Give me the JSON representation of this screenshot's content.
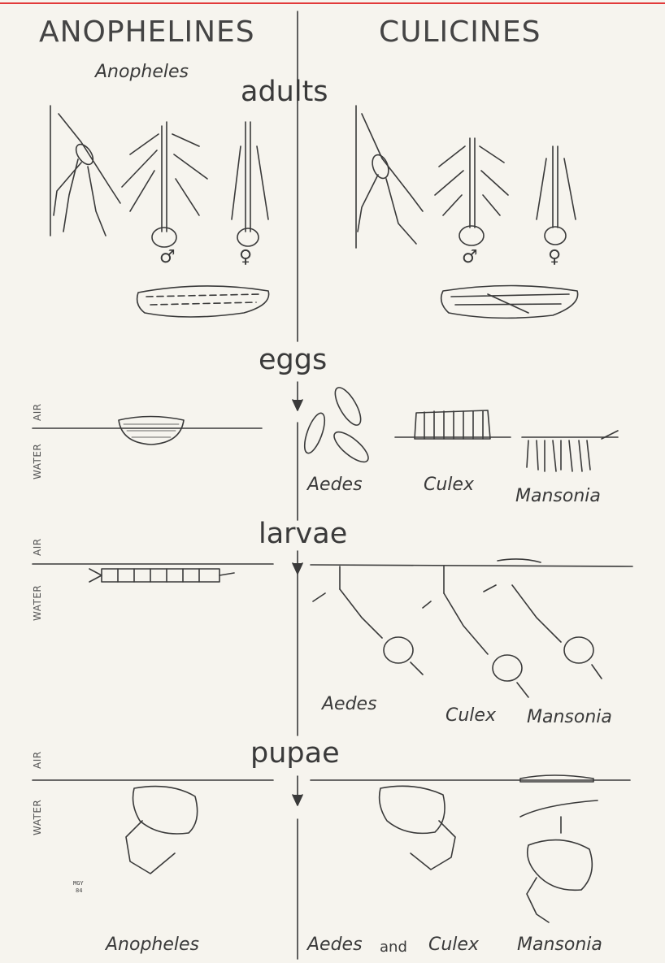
{
  "header": {
    "left": "ANOPHELINES",
    "right": "CULICINES"
  },
  "stages": {
    "adults": "adults",
    "eggs": "eggs",
    "larvae": "larvae",
    "pupae": "pupae"
  },
  "adults": {
    "genus_label": "Anopheles",
    "male_symbol": "♂",
    "female_symbol": "♀"
  },
  "eggs": {
    "air": "AIR",
    "water": "WATER",
    "genera": [
      "Aedes",
      "Culex",
      "Mansonia"
    ]
  },
  "larvae": {
    "air": "AIR",
    "water": "WATER",
    "genera": [
      "Aedes",
      "Culex",
      "Mansonia"
    ]
  },
  "pupae": {
    "air": "AIR",
    "water": "WATER",
    "signature": [
      "MGY",
      "84"
    ]
  },
  "footer": {
    "anopheles": "Anopheles",
    "aedes": "Aedes",
    "and": "and",
    "culex": "Culex",
    "mansonia": "Mansonia"
  },
  "colors": {
    "ink": "#3a3a3a",
    "paper": "#f6f4ee",
    "rule": "#e23a3a"
  }
}
